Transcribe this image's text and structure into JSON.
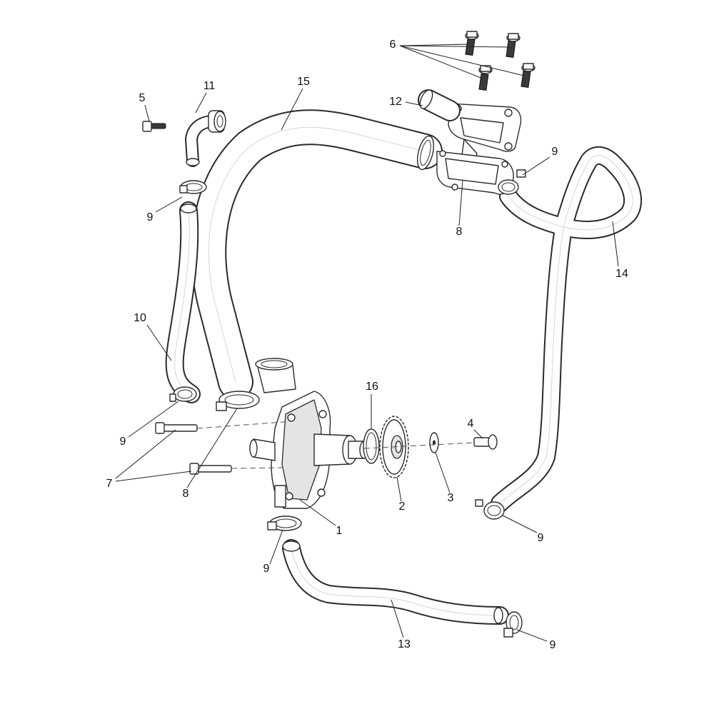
{
  "callouts": {
    "c1": "1",
    "c2": "2",
    "c3": "3",
    "c4": "4",
    "c5": "5",
    "c6": "6",
    "c7": "7",
    "c8_top": "8",
    "c8_bottom": "8",
    "c9_left_upper": "9",
    "c9_top_right": "9",
    "c9_left_mid": "9",
    "c9_bottom_left": "9",
    "c9_right": "9",
    "c9_bottom_right": "9",
    "c10": "10",
    "c11": "11",
    "c12": "12",
    "c13": "13",
    "c14": "14",
    "c15": "15",
    "c16": "16"
  }
}
